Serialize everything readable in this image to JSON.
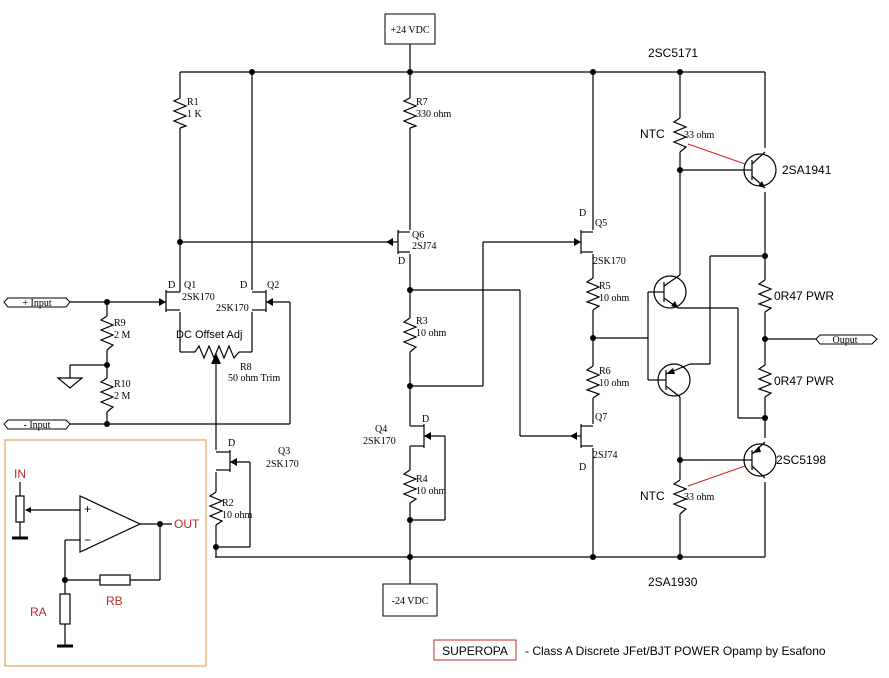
{
  "supply": {
    "positive": "+24 VDC",
    "negative": "-24 VDC"
  },
  "ports": {
    "plus_input": "+ Input",
    "minus_input": "- Input",
    "output": "Ouput"
  },
  "resistors": {
    "r1": {
      "name": "R1",
      "value": "1 K"
    },
    "r2": {
      "name": "R2",
      "value": "10 ohm"
    },
    "r3": {
      "name": "R3",
      "value": "10 ohm"
    },
    "r4": {
      "name": "R4",
      "value": "10 ohm"
    },
    "r5": {
      "name": "R5",
      "value": "10 ohm"
    },
    "r6": {
      "name": "R6",
      "value": "10 ohm"
    },
    "r7": {
      "name": "R7",
      "value": "330 ohm"
    },
    "r8": {
      "name": "R8",
      "value": "50 ohm Trim",
      "note": "DC Offset Adj"
    },
    "r9": {
      "name": "R9",
      "value": "2 M"
    },
    "r10": {
      "name": "R10",
      "value": "2 M"
    },
    "ntc_top": {
      "name": "NTC",
      "value": "33 ohm"
    },
    "ntc_bottom": {
      "name": "NTC",
      "value": "33 ohm"
    },
    "re_top": {
      "value": "0R47 PWR"
    },
    "re_bottom": {
      "value": "0R47 PWR"
    }
  },
  "transistors": {
    "q1": {
      "name": "Q1",
      "part": "2SK170"
    },
    "q2": {
      "name": "Q2",
      "part": "2SK170"
    },
    "q3": {
      "name": "Q3",
      "part": "2SK170"
    },
    "q4": {
      "name": "Q4",
      "part": "2SK170"
    },
    "q5": {
      "name": "Q5",
      "part": "2SK170"
    },
    "q6": {
      "name": "Q6",
      "part": "2SJ74"
    },
    "q7": {
      "name": "Q7",
      "part": "2SJ74"
    },
    "bjt_top_outer": {
      "part": "2SC5171"
    },
    "bjt_top_inner": {
      "part": "2SA1941"
    },
    "bjt_bottom_inner": {
      "part": "2SC5198"
    },
    "bjt_bottom_outer": {
      "part": "2SA1930"
    }
  },
  "drain_label": "D",
  "inset": {
    "in": "IN",
    "out": "OUT",
    "ra": "RA",
    "rb": "RB",
    "plus": "+",
    "minus": "−"
  },
  "footer": {
    "badge": "SUPEROPA",
    "caption": "- Class A Discrete JFet/BJT POWER Opamp by Esafono"
  },
  "colors": {
    "inset_border": "#e8a25c",
    "inset_text": "#c0282d",
    "badge_border": "#c0282d",
    "thermal_link": "#d22020"
  }
}
